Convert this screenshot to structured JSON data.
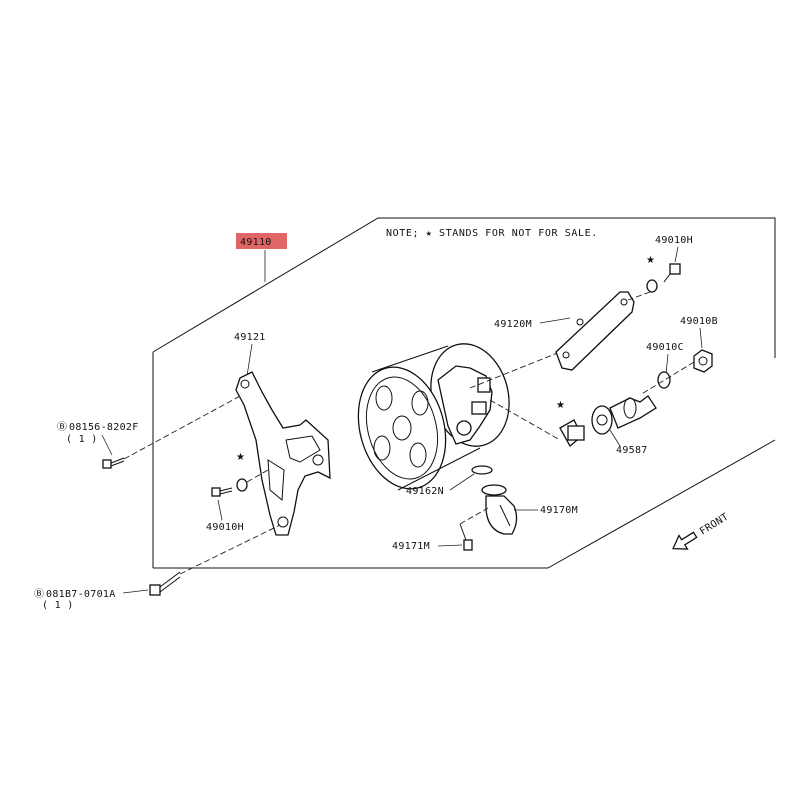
{
  "note": "NOTE; ★ STANDS FOR NOT FOR SALE.",
  "front_label": "FRONT",
  "highlight_color": "#e06666",
  "parts": {
    "p49110": "49110",
    "p49121": "49121",
    "p08156_bolt": "08156-8202F",
    "p08156_qty": "( 1 )",
    "p081b7_bolt": "081B7-0701A",
    "p081b7_qty": "( 1 )",
    "bolt_prefix": "B",
    "p49010h_left": "49010H",
    "p49010h_top": "49010H",
    "p49120m": "49120M",
    "p49010b": "49010B",
    "p49010c": "49010C",
    "p49587": "49587",
    "p49162n": "49162N",
    "p49170m": "49170M",
    "p49171m": "49171M"
  },
  "icons": [
    "star-icon",
    "front-arrow-icon",
    "bolt-icon",
    "washer-icon",
    "nut-icon",
    "pulley-icon"
  ]
}
